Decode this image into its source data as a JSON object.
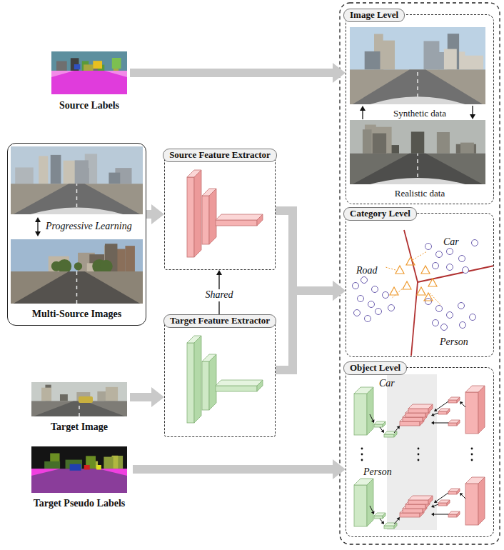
{
  "diagram": {
    "nodes": [
      {
        "text": [
          "Source Labels"
        ]
      },
      {
        "text": [
          "Progressive Learning",
          "Multi-Source Images"
        ]
      },
      {
        "text": [
          "Source Feature Extractor"
        ]
      },
      {
        "text": [
          "Target Feature Extractor"
        ]
      },
      {
        "text": [
          "Target Image"
        ]
      },
      {
        "text": [
          "Target Pseudo Labels"
        ]
      },
      {
        "text": [
          "Image Level",
          "Synthetic data",
          "Realistic data"
        ]
      },
      {
        "text": [
          "Category Level",
          "Road",
          "Car",
          "Person"
        ]
      },
      {
        "text": [
          "Object Level",
          "Car",
          "Person"
        ]
      }
    ],
    "edges": [
      {
        "from": 0,
        "to": 6,
        "arrow": "to"
      },
      {
        "from": 1,
        "to": 2,
        "arrow": "to"
      },
      {
        "from": 2,
        "to": 3,
        "arrow": "both",
        "label": "Shared"
      },
      {
        "from": 4,
        "to": 3,
        "arrow": "to"
      },
      {
        "from": 2,
        "to": 7,
        "arrow": "to"
      },
      {
        "from": 3,
        "to": 7,
        "arrow": "to"
      },
      {
        "from": 5,
        "to": 8,
        "arrow": "to"
      }
    ]
  }
}
